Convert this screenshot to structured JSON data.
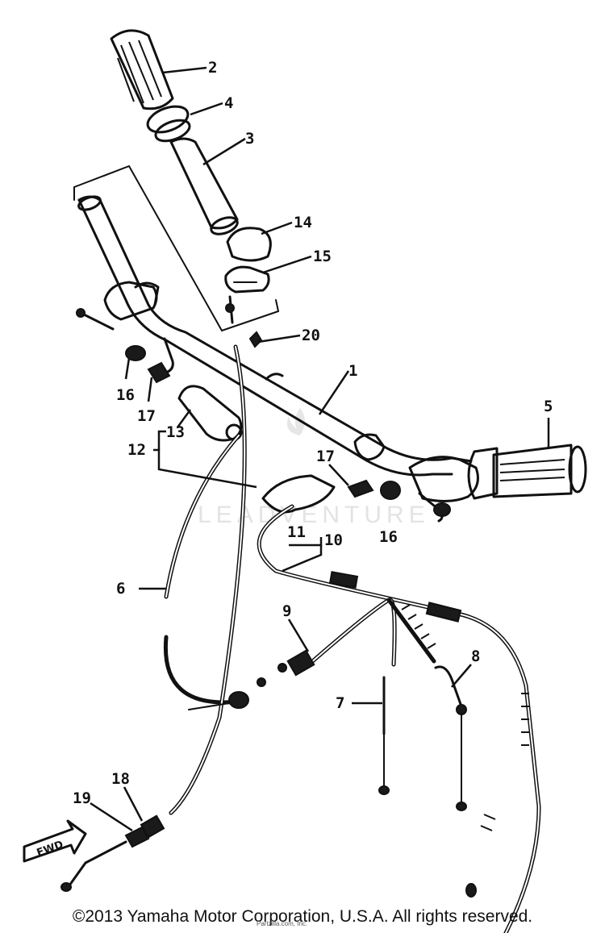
{
  "labels": [
    "2",
    "4",
    "3",
    "14",
    "15",
    "20",
    "1",
    "16",
    "17",
    "13",
    "12",
    "5",
    "17",
    "16",
    "11",
    "10",
    "6",
    "9",
    "8",
    "7",
    "18",
    "19"
  ],
  "forward_label": "FWD",
  "watermark": "LEADVENTURE",
  "footer": {
    "copyright": "©2013 Yamaha Motor Corporation, U.S.A. All rights reserved.",
    "small_watermark": "Partzilla.com, Inc."
  }
}
